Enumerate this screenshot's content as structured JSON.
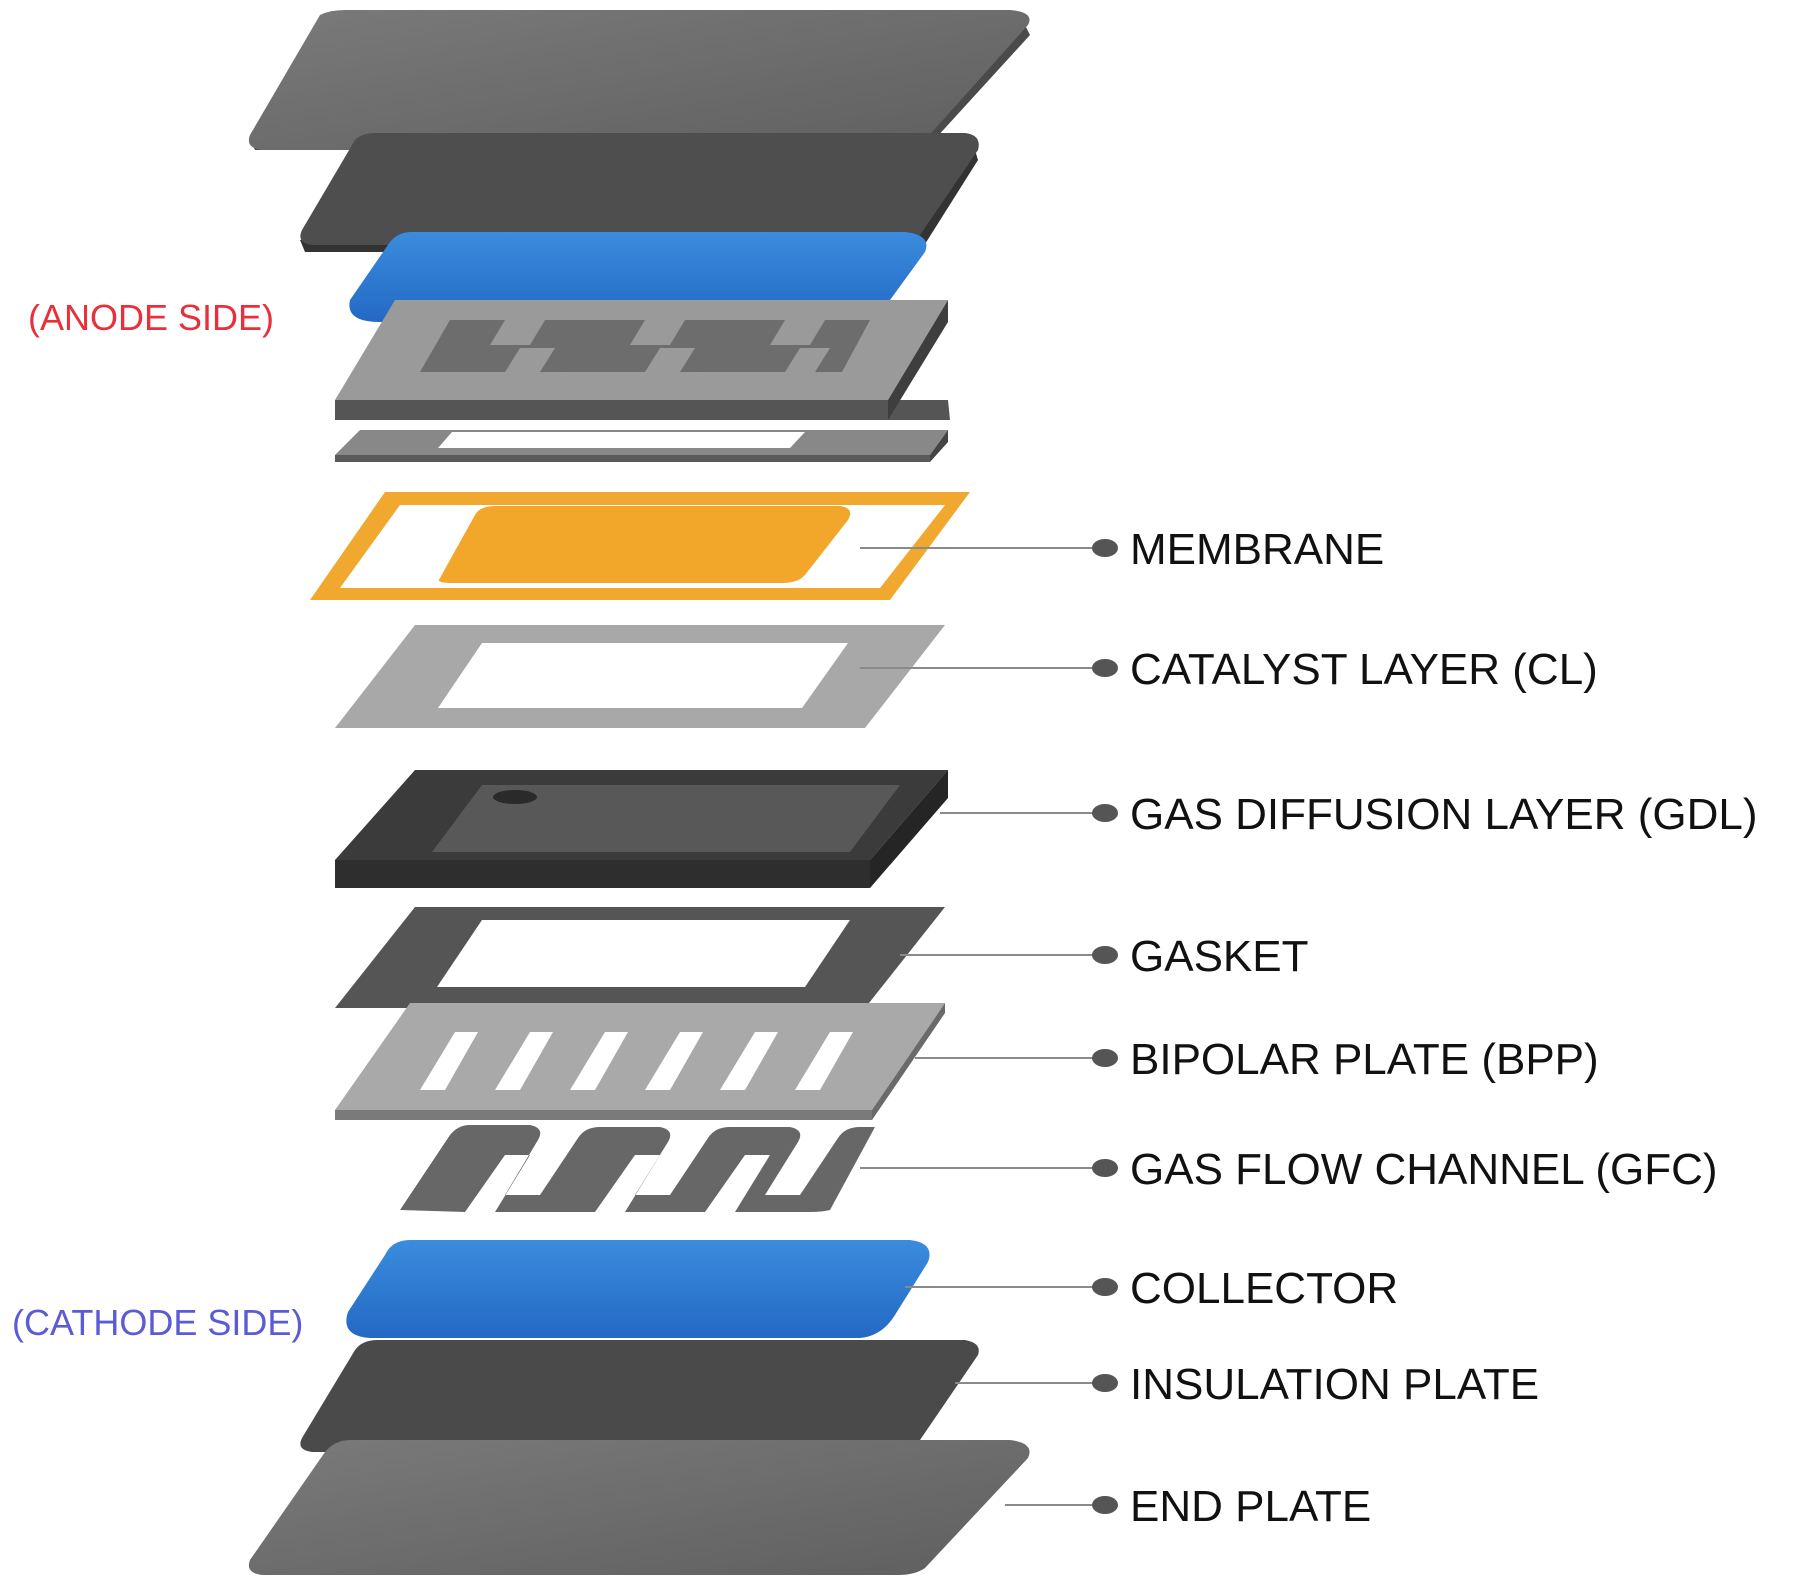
{
  "side_labels": {
    "anode": {
      "text": "(ANODE SIDE)",
      "color": "#e8303a"
    },
    "cathode": {
      "text": "(CATHODE SIDE)",
      "color": "#5b5bd6"
    }
  },
  "component_labels": [
    {
      "key": "membrane",
      "text": "MEMBRANE"
    },
    {
      "key": "catalyst",
      "text": "CATALYST LAYER (CL)"
    },
    {
      "key": "gdl",
      "text": "GAS DIFFUSION LAYER (GDL)"
    },
    {
      "key": "gasket",
      "text": "GASKET"
    },
    {
      "key": "bpp",
      "text": "BIPOLAR PLATE (BPP)"
    },
    {
      "key": "gfc",
      "text": "GAS FLOW CHANNEL (GFC)"
    },
    {
      "key": "collector",
      "text": "COLLECTOR"
    },
    {
      "key": "insulation",
      "text": "INSULATION PLATE"
    },
    {
      "key": "endplate",
      "text": "END PLATE"
    }
  ],
  "colors": {
    "end_plate": "#6e6e6e",
    "insulation": "#4a4a4a",
    "collector": "#2f7fd6",
    "membrane": "#f0a92e",
    "catalyst": "#a6a6a6",
    "gdl": "#3f3f3f",
    "gasket": "#555555",
    "bpp": "#a9a9a9",
    "gfc": "#676767",
    "leader": "#8a8a8a",
    "dot": "#555555"
  }
}
